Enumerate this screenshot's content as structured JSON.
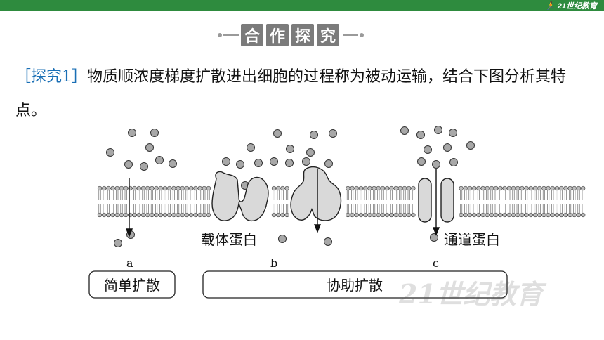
{
  "heading": {
    "chars": [
      "合",
      "作",
      "探",
      "究"
    ]
  },
  "logo": {
    "text": "21世纪教育"
  },
  "question": {
    "label": "［探究1］",
    "text": "物质顺浓度梯度扩散进出细胞的过程称为被动运输，结合下图分析其特点。"
  },
  "figure": {
    "label_carrier": "载体蛋白",
    "label_channel": "通道蛋白",
    "label_a": "a",
    "label_b": "b",
    "label_c": "c",
    "box_simple": "简单扩散",
    "box_facilitated": "协助扩散"
  },
  "watermark": {
    "text": "21世纪教育"
  }
}
